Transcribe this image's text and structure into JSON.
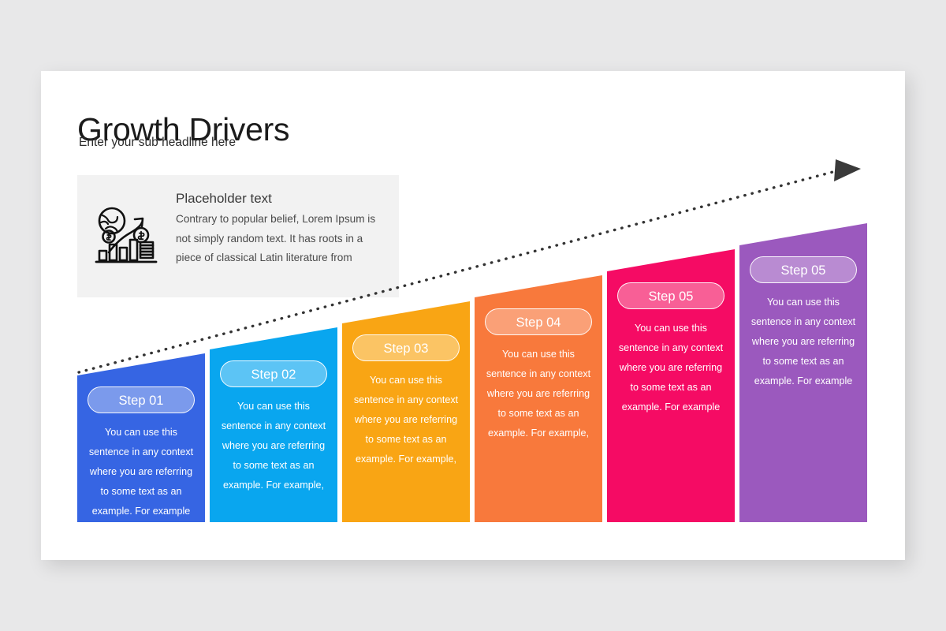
{
  "slide": {
    "title": "Growth Drivers",
    "subtitle": "Enter your sub headline here",
    "background_color": "#e8e8e9",
    "card_color": "#ffffff"
  },
  "info_box": {
    "icon": "globe-growth-coins-icon",
    "heading": "Placeholder text",
    "body": "Contrary to popular belief, Lorem Ipsum is not simply random text. It has roots in a piece of classical Latin literature from",
    "background_color": "#f2f2f2"
  },
  "arrow": {
    "icon": "dotted-growth-arrow-icon",
    "color": "#333333",
    "style": "dotted-ascending-with-arrowhead"
  },
  "steps": [
    {
      "badge": "Step 01",
      "description": "You can use this sentence in any context where you are referring to some text as an example. For example",
      "color": "#3665e3",
      "badge_fill": "#7b9aec"
    },
    {
      "badge": "Step 02",
      "description": "You can use this sentence in any context where you are referring to some text as an example. For example,",
      "color": "#09a6ef",
      "badge_fill": "#5cc4f5"
    },
    {
      "badge": "Step 03",
      "description": "You can use this sentence in any context where you are referring to some text as an example. For example,",
      "color": "#f9a514",
      "badge_fill": "#fbc464"
    },
    {
      "badge": "Step 04",
      "description": "You can use this sentence in any context where you are referring to some text as an example. For example,",
      "color": "#f8793c",
      "badge_fill": "#faa077"
    },
    {
      "badge": "Step 05",
      "description": "You can use this sentence in any context where you are referring to some text as an example. For example",
      "color": "#f50b64",
      "badge_fill": "#f85f96"
    },
    {
      "badge": "Step 05",
      "description": "You can use this sentence in any context where you are referring to some text as an example. For example",
      "color": "#9b59be",
      "badge_fill": "#b98bd2"
    }
  ]
}
